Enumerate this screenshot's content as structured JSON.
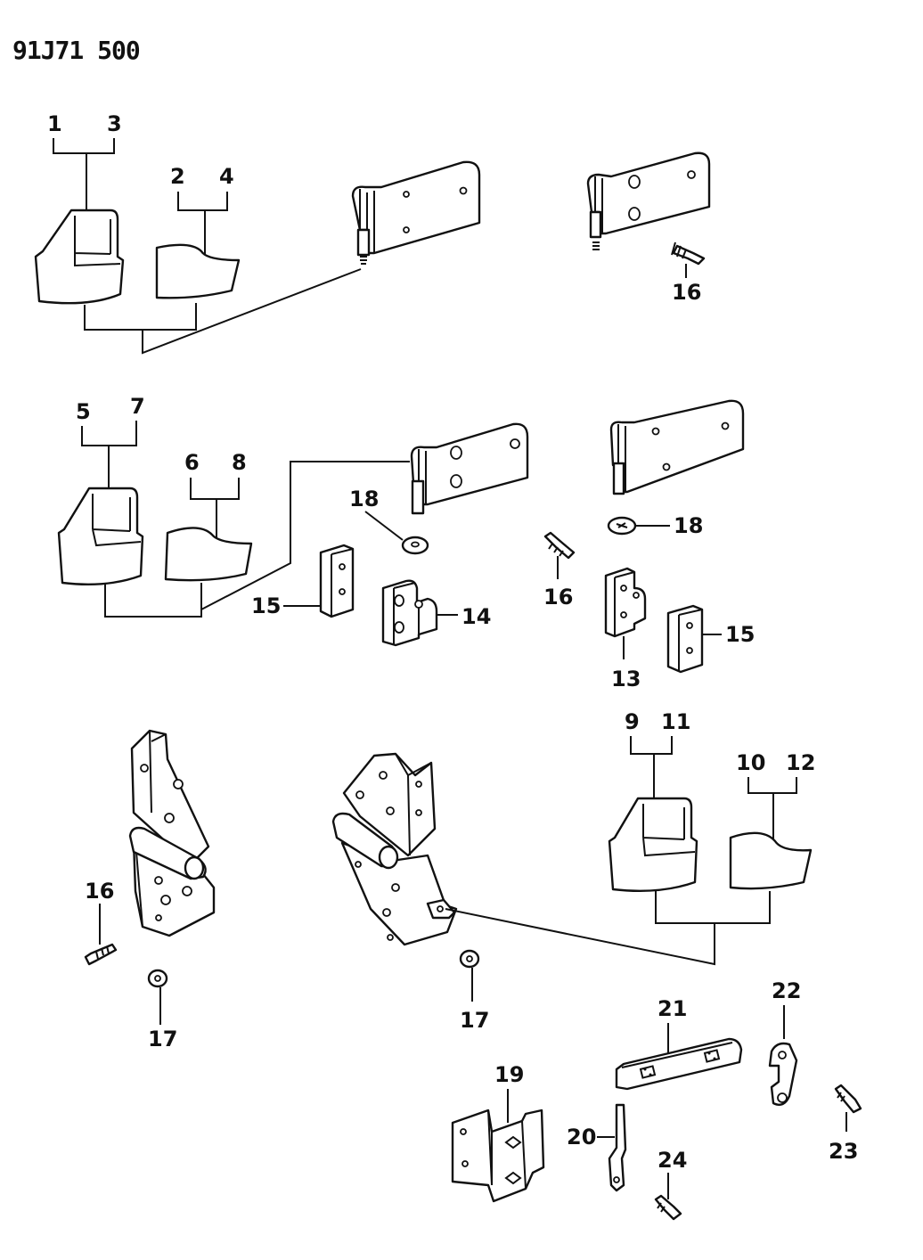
{
  "drawing_code": "91J71 500",
  "callouts": {
    "c1": "1",
    "c2": "2",
    "c3": "3",
    "c4": "4",
    "c5": "5",
    "c6": "6",
    "c7": "7",
    "c8": "8",
    "c9": "9",
    "c10": "10",
    "c11": "11",
    "c12": "12",
    "c13": "13",
    "c14": "14",
    "c15a": "15",
    "c15b": "15",
    "c16a": "16",
    "c16b": "16",
    "c16c": "16",
    "c17a": "17",
    "c17b": "17",
    "c18a": "18",
    "c18b": "18",
    "c19": "19",
    "c20": "20",
    "c21": "21",
    "c22": "22",
    "c23": "23",
    "c24": "24"
  }
}
